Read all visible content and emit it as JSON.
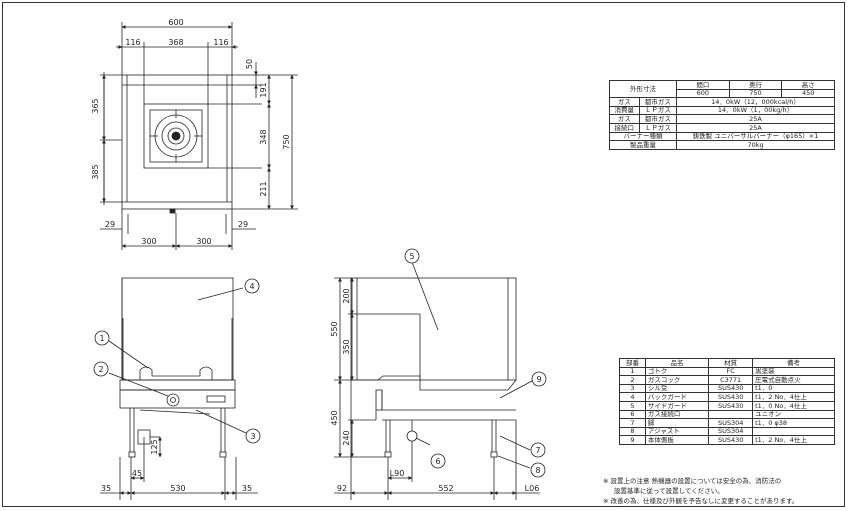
{
  "plan": {
    "dims": {
      "total_width": "600",
      "left_inset": "116",
      "center_width": "368",
      "right_inset": "116",
      "top_strip": "50",
      "upper_depth": "365",
      "lower_depth": "385",
      "upper_right": "191",
      "burner_span": "348",
      "lower_right": "211",
      "total_depth": "750",
      "left_leg": "29",
      "right_leg": "29",
      "half_left": "300",
      "half_right": "300"
    }
  },
  "front": {
    "dims": {
      "left": "35",
      "width": "530",
      "right": "35",
      "gas_inlet_offset": "45",
      "gas_inlet_height": "125"
    },
    "callouts": [
      "1",
      "2",
      "3",
      "4"
    ]
  },
  "side": {
    "dims": {
      "upper": "550",
      "top_guard": "200",
      "guard": "350",
      "lower": "450",
      "leg": "240",
      "front_offset": "92",
      "inlet_offset": "L90",
      "depth": "552",
      "rear_offset": "L06"
    },
    "callouts": [
      "5",
      "6",
      "7",
      "8",
      "9"
    ]
  },
  "spec_table": {
    "headers": [
      "外形寸法",
      "間口",
      "奥行",
      "高さ"
    ],
    "size_values": [
      "600",
      "750",
      "450"
    ],
    "rows": [
      {
        "group": "ガス",
        "type": "都市ガス",
        "value": "14．0kW（12，000kcal/h）"
      },
      {
        "group": "消費量",
        "type": "ＬＰガス",
        "value": "14．0kW（1，00kg/h）"
      },
      {
        "group": "ガス",
        "type": "都市ガス",
        "value": "25A"
      },
      {
        "group": "接続口",
        "type": "ＬＰガス",
        "value": "25A"
      }
    ],
    "burner_label": "バーナー種類",
    "burner_value": "鋳鉄製 ユニバーサルバーナー（φ165）×1",
    "weight_label": "製品重量",
    "weight_value": "70kg"
  },
  "parts_table": {
    "headers": [
      "部番",
      "品名",
      "材質",
      "備考"
    ],
    "rows": [
      [
        "1",
        "ゴトク",
        "FC",
        "黒塗装"
      ],
      [
        "2",
        "ガスコック",
        "C3771",
        "圧電式自動点火"
      ],
      [
        "3",
        "シル受",
        "SUS430",
        "t1．0"
      ],
      [
        "4",
        "バックガード",
        "SUS430",
        "t1．2 No．4仕上"
      ],
      [
        "5",
        "サイドガード",
        "SUS430",
        "t1．0 No．4仕上"
      ],
      [
        "6",
        "ガス接続口",
        "",
        "ユニオン"
      ],
      [
        "7",
        "脚",
        "SUS304",
        "t1．0 φ38"
      ],
      [
        "8",
        "アジャスト",
        "SUS304",
        ""
      ],
      [
        "9",
        "本体側板",
        "SUS430",
        "t1．2 No．4仕上"
      ]
    ]
  },
  "notes": [
    "※ 設置上の注意 熱機器の設置については安全の為、消防法の",
    "設置基準に従って設置してください。",
    "※ 改善の為、仕様及び外観を予告なしに変更することがあります。"
  ]
}
